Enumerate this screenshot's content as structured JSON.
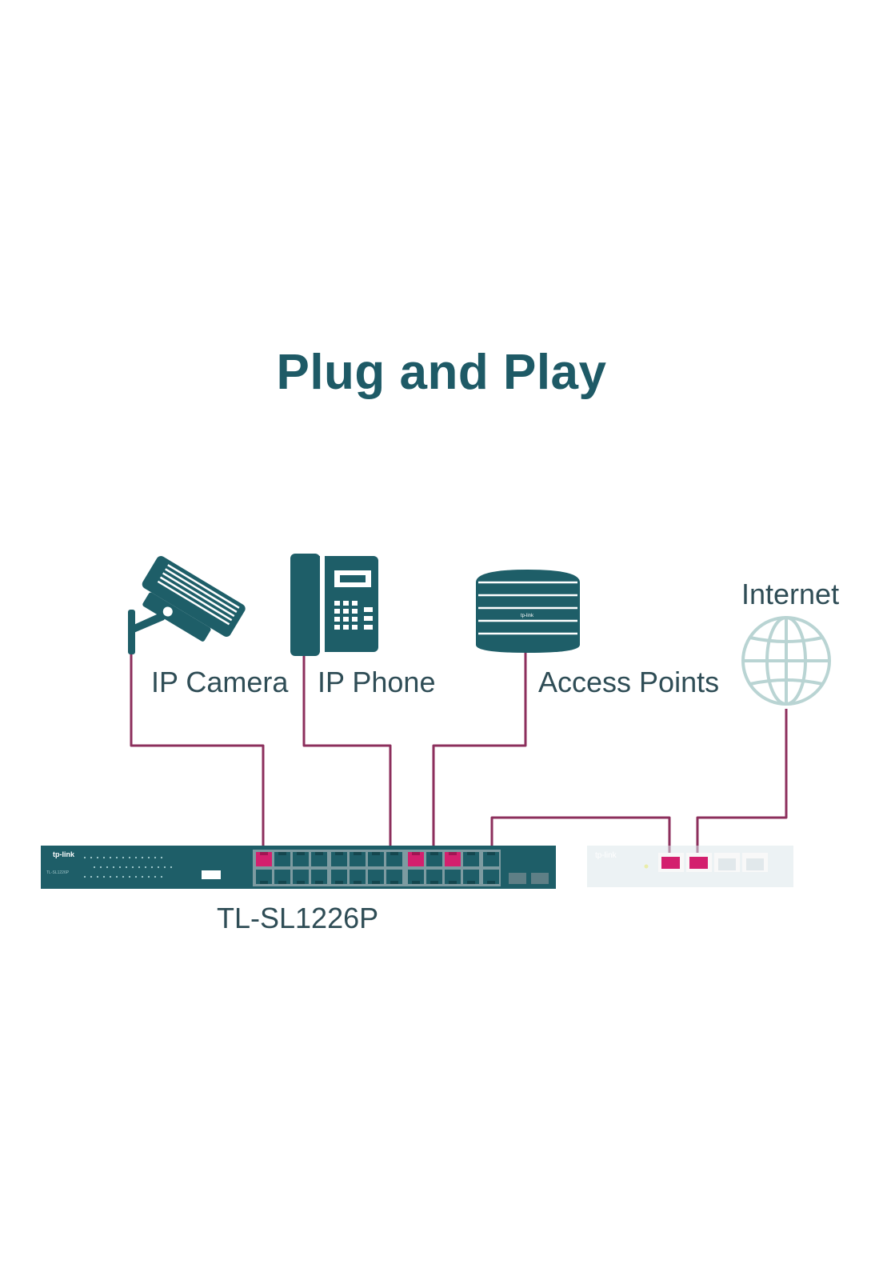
{
  "title": "Plug and Play",
  "colors": {
    "teal": "#1e5e68",
    "title": "#1e5a66",
    "cable": "#8c2f5c",
    "port_active": "#d3206e",
    "globe": "#b9d4d3",
    "router_body": "#dde8ec"
  },
  "devices": {
    "camera": {
      "label": "IP Camera",
      "icon": "cctv-camera-icon"
    },
    "phone": {
      "label": "IP Phone",
      "icon": "desk-phone-icon"
    },
    "access_point": {
      "label": "Access Points",
      "icon": "ceiling-access-point-icon"
    },
    "internet": {
      "label": "Internet",
      "icon": "globe-icon"
    }
  },
  "switch": {
    "model": "TL-SL1226P",
    "brand": "tp-link"
  },
  "router": {
    "brand": "tp-link"
  }
}
